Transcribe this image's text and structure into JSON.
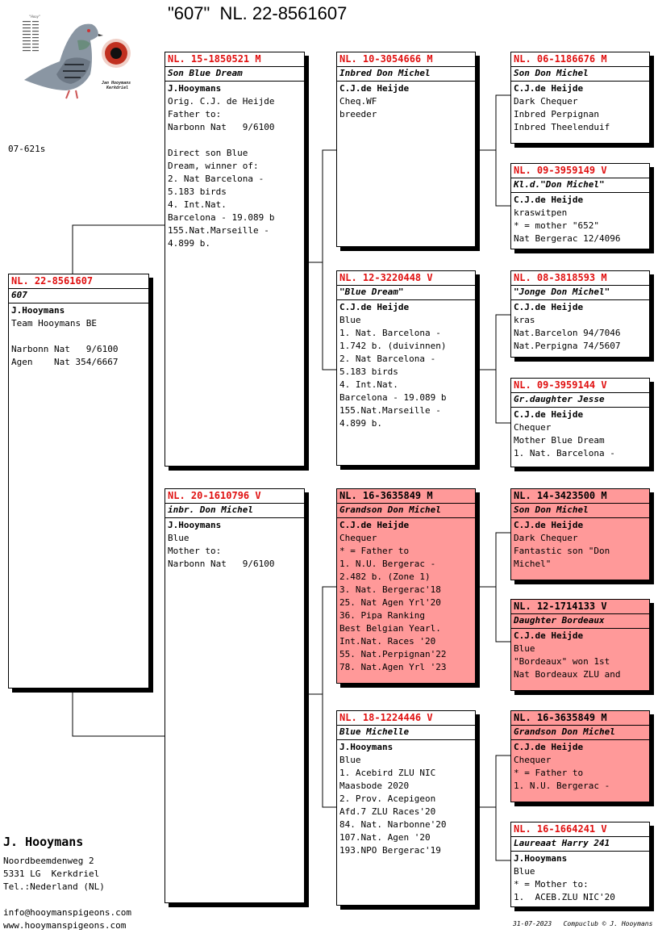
{
  "title": "\"607\"  NL. 22-8561607",
  "code": "07-621s",
  "logo": {
    "caption_left": "",
    "caption_right1": "Jan Hooymans",
    "caption_right2": "Kerkdriel"
  },
  "subject": {
    "ring": "NL. 22-8561607",
    "name": "607",
    "owner": "J.Hooymans",
    "lines": [
      "Team Hooymans BE",
      "",
      "Narbonn Nat   9/6100",
      "Agen    Nat 354/6667"
    ]
  },
  "sire": {
    "ring": "NL. 15-1850521 M",
    "name": "Son Blue Dream",
    "owner": "J.Hooymans",
    "lines": [
      "Orig. C.J. de Heijde",
      "Father to:",
      "Narbonn Nat   9/6100",
      "",
      "Direct son Blue",
      "Dream, winner of:",
      "2. Nat Barcelona -",
      "5.183 birds",
      "4. Int.Nat.",
      "Barcelona - 19.089 b",
      "155.Nat.Marseille -",
      "4.899 b."
    ]
  },
  "dam": {
    "ring": "NL. 20-1610796 V",
    "name": "inbr. Don Michel",
    "owner": "J.Hooymans",
    "lines": [
      "Blue",
      "Mother to:",
      "Narbonn Nat   9/6100"
    ]
  },
  "ss": {
    "ring": "NL. 10-3054666 M",
    "name": "Inbred Don Michel",
    "owner": "C.J.de Heijde",
    "lines": [
      "Cheq.WF",
      "breeder"
    ]
  },
  "sd": {
    "ring": "NL. 12-3220448 V",
    "name": "\"Blue Dream\"",
    "owner": "C.J.de Heijde",
    "lines": [
      "Blue",
      "1. Nat. Barcelona -",
      "1.742 b. (duivinnen)",
      "2. Nat Barcelona -",
      "5.183 birds",
      "4. Int.Nat.",
      "Barcelona - 19.089 b",
      "155.Nat.Marseille -",
      "4.899 b."
    ]
  },
  "ds": {
    "ring": "NL. 16-3635849 M",
    "name": "Grandson Don Michel",
    "owner": "C.J.de Heijde",
    "lines": [
      "Chequer",
      "* = Father to",
      "1. N.U. Bergerac -",
      "2.482 b. (Zone 1)",
      "3. Nat. Bergerac'18",
      "25. Nat Agen Yrl'20",
      "36. Pipa Ranking",
      "Best Belgian Yearl.",
      "Int.Nat. Races '20",
      "55. Nat.Perpignan'22",
      "78. Nat.Agen Yrl '23"
    ]
  },
  "dd": {
    "ring": "NL. 18-1224446 V",
    "name": "Blue Michelle",
    "owner": "J.Hooymans",
    "lines": [
      "Blue",
      "1. Acebird ZLU NIC",
      "Maasbode 2020",
      "2. Prov. Acepigeon",
      "Afd.7 ZLU Races'20",
      "84. Nat. Narbonne'20",
      "107.Nat. Agen '20",
      "193.NPO Bergerac'19"
    ]
  },
  "sss": {
    "ring": "NL. 06-1186676 M",
    "name": "Son Don Michel",
    "owner": "C.J.de Heijde",
    "lines": [
      "Dark Chequer",
      "Inbred Perpignan",
      "Inbred Theelenduif"
    ]
  },
  "ssd": {
    "ring": "NL. 09-3959149 V",
    "name": "Kl.d.\"Don Michel\"",
    "owner": "C.J.de Heijde",
    "lines": [
      "kraswitpen",
      "* = mother \"652\"",
      "Nat Bergerac 12/4096"
    ]
  },
  "sds": {
    "ring": "NL. 08-3818593 M",
    "name": "\"Jonge Don Michel\"",
    "owner": "C.J.de Heijde",
    "lines": [
      "kras",
      "Nat.Barcelon 94/7046",
      "Nat.Perpigna 74/5607"
    ]
  },
  "sdd": {
    "ring": "NL. 09-3959144 V",
    "name": "Gr.daughter Jesse",
    "owner": "C.J.de Heijde",
    "lines": [
      "Chequer",
      "Mother Blue Dream",
      "1. Nat. Barcelona -"
    ]
  },
  "dss": {
    "ring": "NL. 14-3423500 M",
    "name": "Son Don Michel",
    "owner": "C.J.de Heijde",
    "lines": [
      "Dark Chequer",
      "Fantastic son \"Don",
      "Michel\""
    ]
  },
  "dsd": {
    "ring": "NL. 12-1714133 V",
    "name": "Daughter Bordeaux",
    "owner": "C.J.de Heijde",
    "lines": [
      "Blue",
      "\"Bordeaux\" won 1st",
      "Nat Bordeaux ZLU and"
    ]
  },
  "dds": {
    "ring": "NL. 16-3635849 M",
    "name": "Grandson Don Michel",
    "owner": "C.J.de Heijde",
    "lines": [
      "Chequer",
      "* = Father to",
      "1. N.U. Bergerac -"
    ]
  },
  "ddd": {
    "ring": "NL. 16-1664241 V",
    "name": "Laureaat Harry 241",
    "owner": "J.Hooymans",
    "lines": [
      "Blue",
      "* = Mother to:",
      "1.  ACEB.ZLU NIC'20"
    ]
  },
  "breeder": {
    "name": "J. Hooymans",
    "street": "Noordbeemdenweg 2",
    "city": "5331 LG  Kerkdriel",
    "tel": "Tel.:Nederland (NL)",
    "email": "info@hooymanspigeons.com",
    "web": "www.hooymanspigeons.com"
  },
  "footer": "31-07-2023   Compuclub © J. Hooymans",
  "colors": {
    "ring": "#e01010",
    "highlight": "#ff9999"
  }
}
